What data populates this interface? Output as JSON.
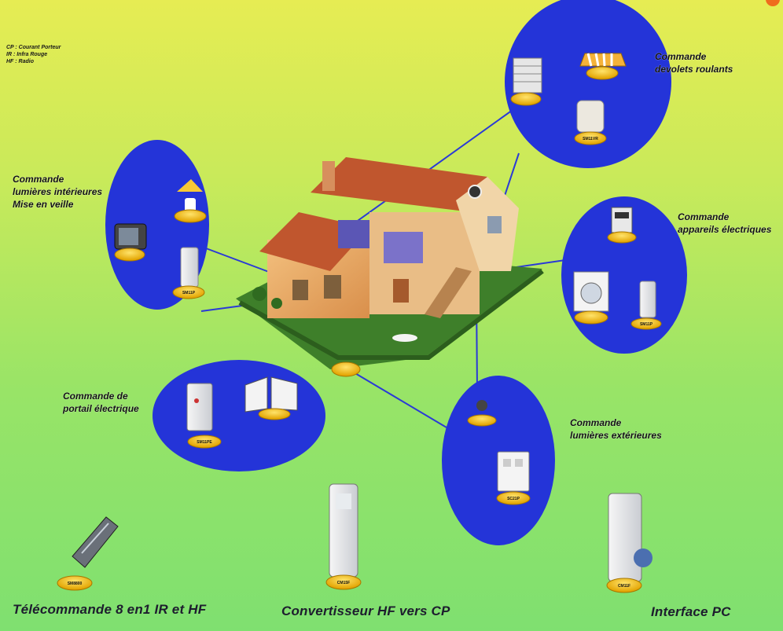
{
  "legend": [
    "CP : Courant Porteur",
    "IR : Infra Rouge",
    "HF : Radio"
  ],
  "groups": {
    "volets": {
      "label": "Commande\ndevolets roulants"
    },
    "lumieres_interieures": {
      "label": "Commande\nlumières intérieures\nMise en veille"
    },
    "appareils": {
      "label": "Commande\nappareils électriques"
    },
    "portail": {
      "label": "Commande de\nportail électrique"
    },
    "lumieres_exterieures": {
      "label": "Commande\nlumières extérieures"
    }
  },
  "module_codes": {
    "volets_box": "SM11VR",
    "lumieres_plug": "SM11P",
    "portail_box": "SM11PE",
    "appareils_plug": "SM11P",
    "exterieures_din": "SC21P",
    "remote_base": "SM8800",
    "converter_base": "CM15F",
    "interface_base": "CM11F"
  },
  "captions": {
    "remote": "Télécommande 8 en1 IR et HF",
    "converter": "Convertisseur HF vers CP",
    "interface": "Interface PC"
  },
  "colors": {
    "bubble": "#2434d8",
    "link_line": "#2a3ad6",
    "base_yellow": "#f6c21b",
    "roof": "#c0562e",
    "wall": "#e8a862"
  }
}
